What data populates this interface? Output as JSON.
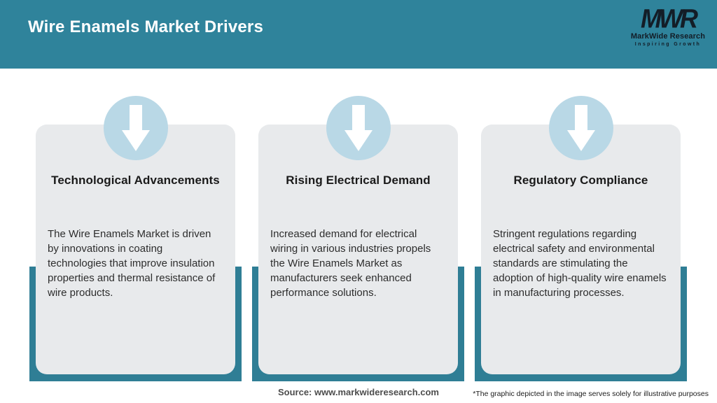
{
  "header": {
    "title": "Wire Enamels Market Drivers",
    "logo": {
      "monogram": "MWR",
      "company": "MarkWide Research",
      "tagline": "Inspiring Growth"
    }
  },
  "cards": [
    {
      "icon": "down-arrow-icon",
      "title": "Technological Advancements",
      "body": "The Wire Enamels Market is driven by innovations in coating technologies that improve insulation properties and thermal resistance of wire products."
    },
    {
      "icon": "down-arrow-icon",
      "title": "Rising Electrical Demand",
      "body": "Increased demand for electrical wiring in various industries propels the Wire Enamels Market as manufacturers seek enhanced performance solutions."
    },
    {
      "icon": "down-arrow-icon",
      "title": "Regulatory Compliance",
      "body": "Stringent regulations regarding electrical safety and environmental standards are stimulating the adoption of high-quality wire enamels in manufacturing processes."
    }
  ],
  "footer": {
    "source": "Source: www.markwideresearch.com",
    "disclaimer": "*The graphic depicted in the image serves solely for illustrative purposes"
  },
  "colors": {
    "header_teal": "#2F839B",
    "band_teal": "#2F7E95",
    "card_bg": "#E8EAEC",
    "circle_blue": "#B9D8E6",
    "arrow_white": "#FFFFFF",
    "logo_ink": "#131D27",
    "title_text": "#1A1A1A",
    "body_text": "#2D2D2D"
  }
}
